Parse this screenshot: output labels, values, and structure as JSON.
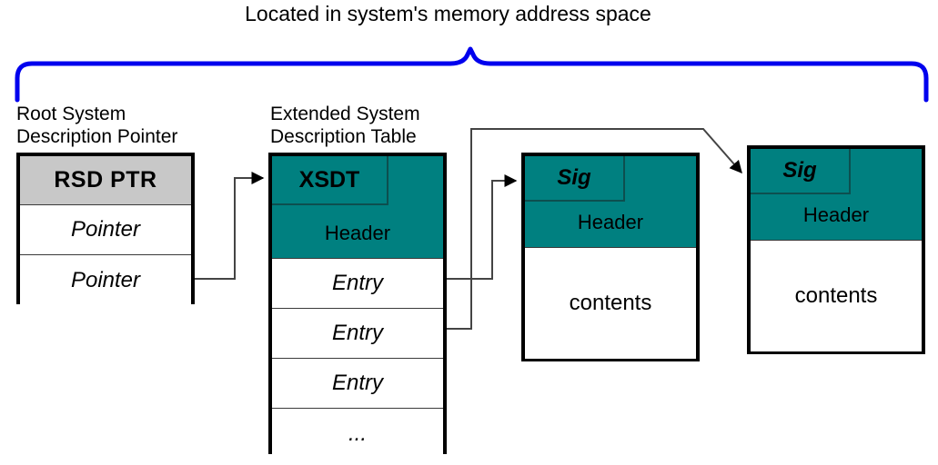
{
  "diagram": {
    "title": "Located in system's memory address space",
    "scope_brace": {
      "color": "#0000ee",
      "label": "memory-address-space-brace"
    },
    "colors": {
      "header_teal": "#008080",
      "rsdp_header_gray": "#c8c8c8",
      "brace_blue": "#0000ee",
      "outline_black": "#000000"
    },
    "structures": [
      {
        "id": "rsdp",
        "caption_line1": "Root System",
        "caption_line2": "Description Pointer",
        "header_label": "RSD PTR",
        "rows": [
          "Pointer",
          "Pointer"
        ]
      },
      {
        "id": "xsdt",
        "caption_line1": "Extended System",
        "caption_line2": "Description Table",
        "sub_label": "XSDT",
        "header_label": "Header",
        "rows": [
          "Entry",
          "Entry",
          "Entry",
          "..."
        ]
      },
      {
        "id": "table1",
        "sub_label": "Sig",
        "header_label": "Header",
        "body_label": "contents"
      },
      {
        "id": "table2",
        "sub_label": "Sig",
        "header_label": "Header",
        "body_label": "contents"
      }
    ]
  }
}
